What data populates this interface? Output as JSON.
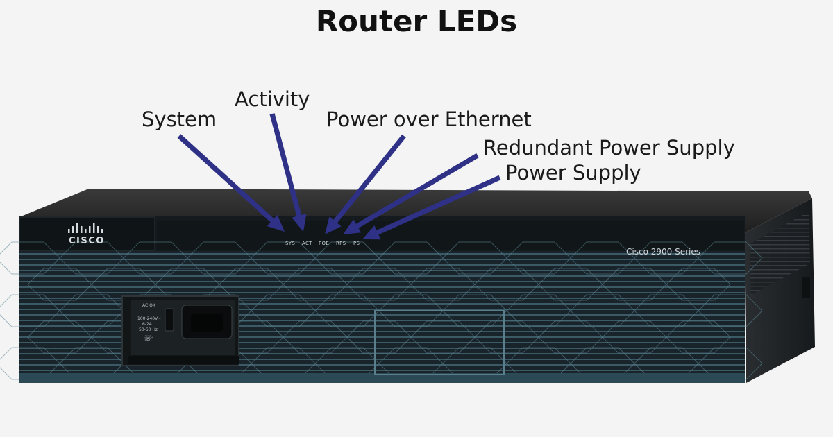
{
  "title": "Router LEDs",
  "callouts": {
    "system": "System",
    "activity": "Activity",
    "poe": "Power over Ethernet",
    "rps": "Redundant Power Supply",
    "ps": "Power Supply"
  },
  "leds": {
    "sys": "SYS",
    "act": "ACT",
    "poe": "POE",
    "rps": "RPS",
    "ps": "PS"
  },
  "device": {
    "brand": "CISCO",
    "series": "Cisco 2900 Series",
    "psu_status": "AC OK",
    "psu_rating_1": "100-240V~",
    "psu_rating_2": "6-2A",
    "psu_rating_3": "50-60 Hz"
  },
  "colors": {
    "arrow": "#2e3186",
    "chassis_top": "#2a2a2a",
    "grille": "#1d2a30",
    "grille_line": "#4f7280"
  }
}
